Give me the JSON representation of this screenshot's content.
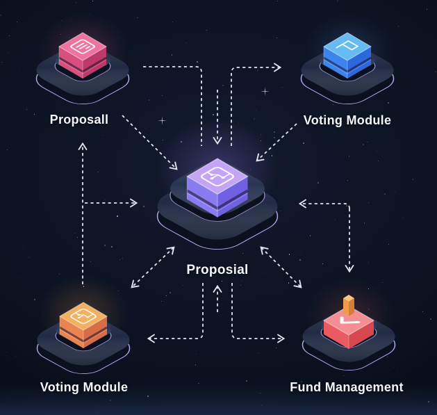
{
  "diagram": {
    "background_color": "#0c1423",
    "bottom_band_color": "#1b2947",
    "arrow_color": "#edf1f8",
    "platform_colors": {
      "top": "#212b44",
      "pedestal_top": "#2a3554",
      "side": "#0a101e",
      "rim": "#b6a8f0"
    },
    "nodes": [
      {
        "id": "proposall",
        "position": "top-left",
        "label": "Proposall",
        "icon": "contract-cube-icon",
        "cube_colors": {
          "top": "#f0739f",
          "front": "#d84f7e",
          "side": "#bc3a69"
        }
      },
      {
        "id": "voting-module-top",
        "position": "top-right",
        "label": "Voting Module",
        "icon": "flag-cube-icon",
        "cube_colors": {
          "top": "#66bcf2",
          "front": "#3d84ee",
          "side": "#2c68dd"
        }
      },
      {
        "id": "proposial-central",
        "position": "center",
        "label": "Proposial",
        "icon": "circuit-cube-icon",
        "cube_colors": {
          "top": "#c3a4f6",
          "front": "#8b7bf0",
          "side": "#7161e2"
        }
      },
      {
        "id": "voting-module-bottom",
        "position": "bottom-left",
        "label": "Voting Module",
        "icon": "circuit-cube-icon",
        "cube_colors": {
          "top": "#f2b060",
          "front": "#e88551",
          "side": "#d66d45"
        }
      },
      {
        "id": "fund-management",
        "position": "bottom-right",
        "label": "Fund Management",
        "icon": "ballot-check-icon",
        "cube_colors": {
          "top": "#f58e93",
          "front": "#e95a62",
          "side": "#d6474f",
          "lever_top": "#fcc77c",
          "lever_front": "#ef9a4d",
          "lever_side": "#d67c3a"
        }
      }
    ]
  }
}
